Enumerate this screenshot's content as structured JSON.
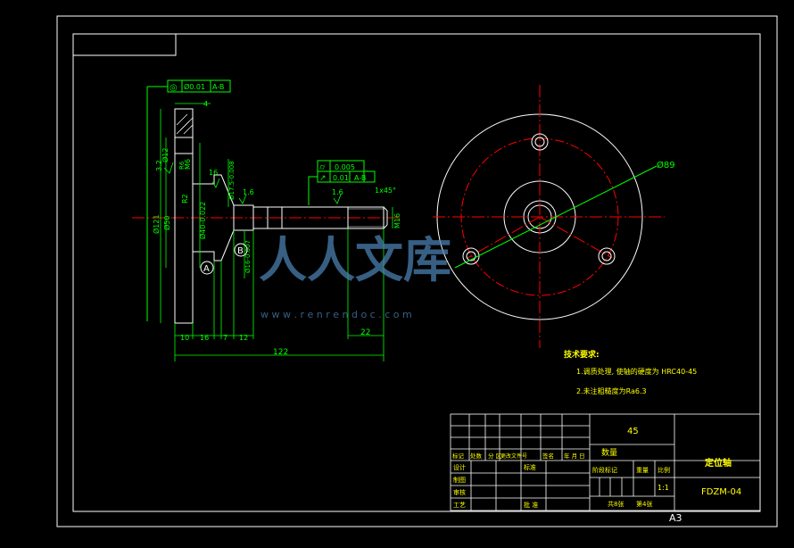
{
  "colors": {
    "background": "#000000",
    "outline": "#ffffff",
    "centerline": "#ff0000",
    "dimension": "#00ff00",
    "annotation_text": "#ffff00",
    "title_text": "#ffff00",
    "watermark": "#4a7fb0"
  },
  "side_view": {
    "tolerance_frame": {
      "symbol": "◎",
      "value": "Ø0.01",
      "datum": "A-B"
    },
    "dims": {
      "d4": "4",
      "roughness_top": "3.2",
      "phi12": "Ø12",
      "m6": "M6",
      "r6": "R6",
      "phi121": "Ø121",
      "phi50": "Ø50",
      "r2": "R2",
      "phi40": "Ø40-0.022",
      "d16a": "16",
      "phi17_5": "Ø17.5-0.008",
      "d16b": "1.6",
      "phi16": "Ø16-0.007",
      "d10": "10",
      "d16c": "16",
      "d7": "7",
      "d12": "12",
      "d122": "122",
      "d22": "22",
      "m16": "M16",
      "chamfer": "1x45°",
      "d16d": "1.6"
    },
    "datum_a": "A",
    "datum_b": "B",
    "tolerance_frame_2": {
      "row1_symbol": "⌭",
      "row1_value": "0.005",
      "row2_symbol": "↗",
      "row2_value": "0.01",
      "row2_datum": "A-B"
    }
  },
  "front_view": {
    "phi89": "Ø89"
  },
  "tech_requirements": {
    "title": "技术要求:",
    "line1": "1.调质处理, 使轴的硬度为 HRC40-45",
    "line2": "2.未注粗糙度为Ra6.3"
  },
  "title_block": {
    "material": "45",
    "part_name": "定位轴",
    "drawing_no": "FDZM-04",
    "qty_label": "数量",
    "stage_label": "阶段标记",
    "weight_label": "重量",
    "scale_label": "比例",
    "scale_value": "1:1",
    "sheets": "共8张",
    "sheet_no": "第4张",
    "rev_headers": [
      "标记",
      "处数",
      "分 区",
      "更改文件号",
      "签名",
      "年 月 日"
    ],
    "rows": [
      "设计",
      "制图",
      "审核",
      "工艺"
    ],
    "std_label": "标准",
    "approve_label": "批 准"
  },
  "sheet_size": "A3",
  "watermark": {
    "brand": "人人文库",
    "url": "w w w . r e n r e n d o c . c o m"
  }
}
